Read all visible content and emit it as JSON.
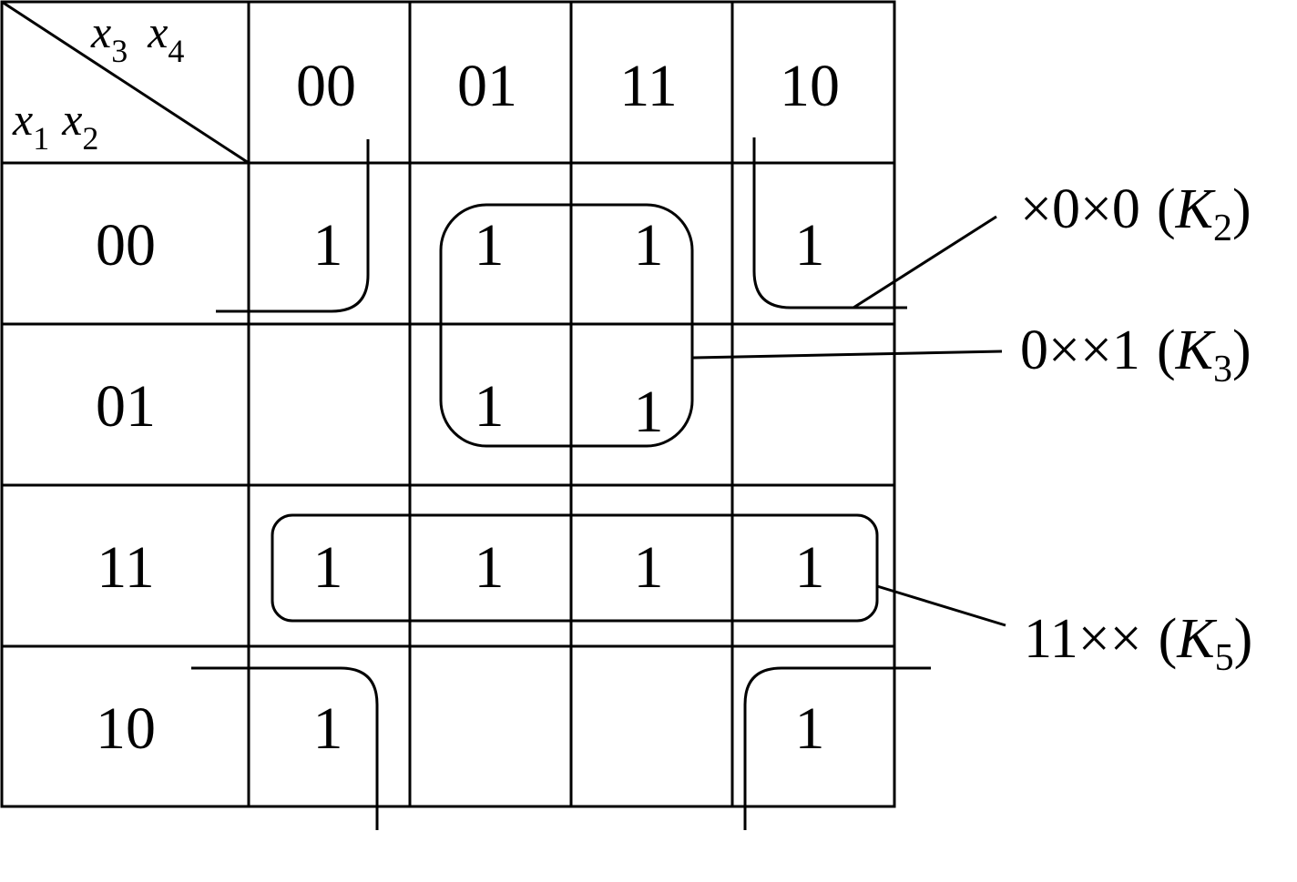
{
  "corner": {
    "col_vars": [
      {
        "name": "x",
        "sub": "3"
      },
      {
        "name": "x",
        "sub": "4"
      }
    ],
    "row_vars": [
      {
        "name": "x",
        "sub": "1"
      },
      {
        "name": "x",
        "sub": "2"
      }
    ]
  },
  "col_headers": [
    "00",
    "01",
    "11",
    "10"
  ],
  "row_headers": [
    "00",
    "01",
    "11",
    "10"
  ],
  "cells": [
    [
      "1",
      "1",
      "1",
      "1"
    ],
    [
      "",
      "1",
      "1",
      ""
    ],
    [
      "1",
      "1",
      "1",
      "1"
    ],
    [
      "1",
      "",
      "",
      "1"
    ]
  ],
  "groups": [
    {
      "id": "K2",
      "pattern": "×0×0",
      "paren_open": "(",
      "var": "K",
      "sub": "2",
      "paren_close": ")"
    },
    {
      "id": "K3",
      "pattern": "0××1",
      "paren_open": "(",
      "var": "K",
      "sub": "3",
      "paren_close": ")"
    },
    {
      "id": "K5",
      "pattern": "11××",
      "paren_open": "(",
      "var": "K",
      "sub": "5",
      "paren_close": ")"
    }
  ]
}
